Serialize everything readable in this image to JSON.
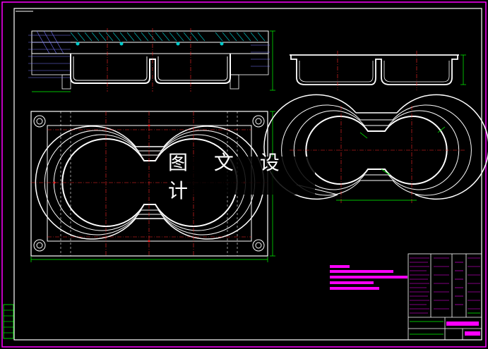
{
  "drawing": {
    "watermark_text": "图 文 设 计",
    "colors": {
      "background": "#000000",
      "outline": "#ffffff",
      "centerline": "#ff2a2a",
      "dimension": "#00ff00",
      "hatch": "#00cccc",
      "frame": "#ff00ff",
      "notes": "#ff00ff",
      "annotation": "#7777ff"
    },
    "views": [
      {
        "name": "front-section-view"
      },
      {
        "name": "side-view"
      },
      {
        "name": "top-plan-view"
      },
      {
        "name": "part-outline-view"
      }
    ],
    "notes_count": 5,
    "title_block": {
      "present": true
    }
  }
}
